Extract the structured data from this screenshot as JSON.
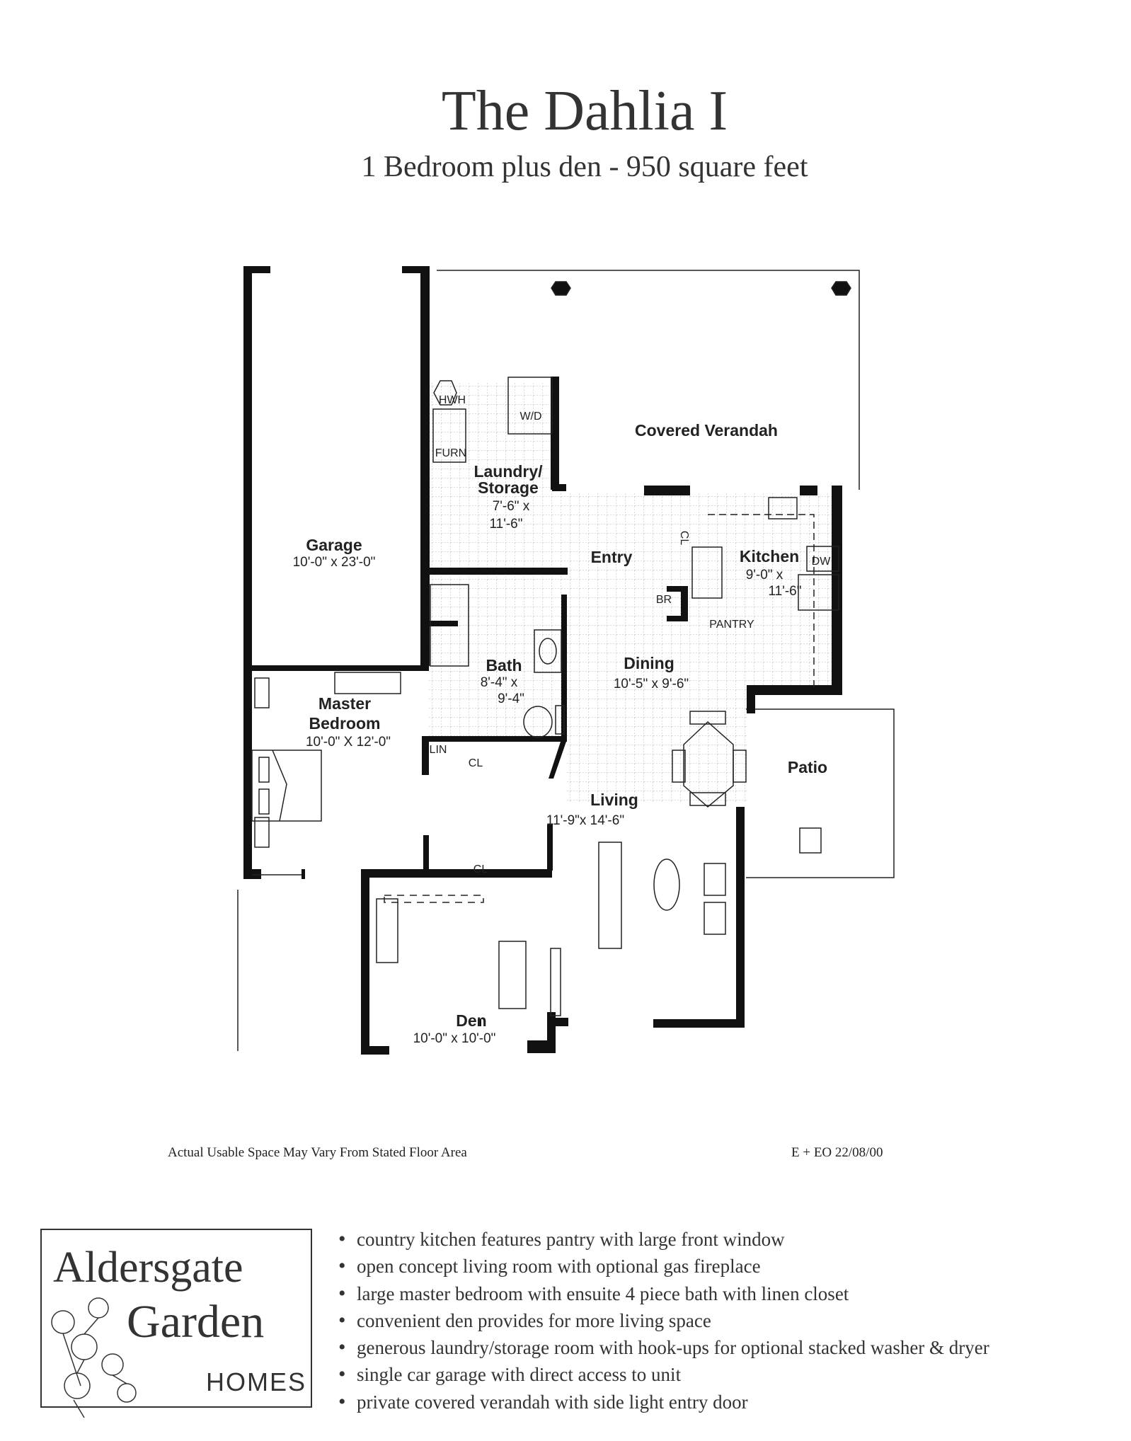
{
  "header": {
    "title": "The Dahlia I",
    "subtitle": "1 Bedroom plus den - 950 square feet"
  },
  "rooms": {
    "verandah": {
      "name": "Covered Verandah"
    },
    "laundry": {
      "name1": "Laundry/",
      "name2": "Storage",
      "dim1": "7'-6\" x",
      "dim2": "11'-6\""
    },
    "garage": {
      "name": "Garage",
      "dim": "10'-0\" x 23'-0\""
    },
    "entry": {
      "name": "Entry"
    },
    "kitchen": {
      "name": "Kitchen",
      "dim1": "9'-0\" x",
      "dim2": "11'-6\""
    },
    "bath": {
      "name": "Bath",
      "dim1": "8'-4\" x",
      "dim2": "9'-4\""
    },
    "dining": {
      "name": "Dining",
      "dim": "10'-5\" x 9'-6\""
    },
    "master": {
      "name1": "Master",
      "name2": "Bedroom",
      "dim": "10'-0\" X 12'-0\""
    },
    "patio": {
      "name": "Patio"
    },
    "living": {
      "name": "Living",
      "dim": "11'-9\"x 14'-6\""
    },
    "den": {
      "name": "Den",
      "dim": "10'-0\" x 10'-0\""
    }
  },
  "fixtures": {
    "hwh": "HWH",
    "wd": "W/D",
    "furn": "FURN",
    "dw": "DW",
    "br": "BR",
    "pantry": "PANTRY",
    "cl": "CL",
    "lin": "LIN",
    "cl2": "CL",
    "cl3": "CL"
  },
  "footer": {
    "note": "Actual Usable Space May Vary From Stated Floor Area",
    "code": "E + EO 22/08/00"
  },
  "logo": {
    "line1": "Aldersgate",
    "line2": "Garden",
    "line3": "HOMES"
  },
  "features": [
    "country kitchen features pantry with large front window",
    "open concept living room with optional gas fireplace",
    "large master bedroom with ensuite 4 piece bath with linen closet",
    "convenient den provides for more living space",
    "generous laundry/storage room with hook-ups for optional stacked washer & dryer",
    "single car garage with direct access to unit",
    "private covered verandah with side light entry door"
  ]
}
